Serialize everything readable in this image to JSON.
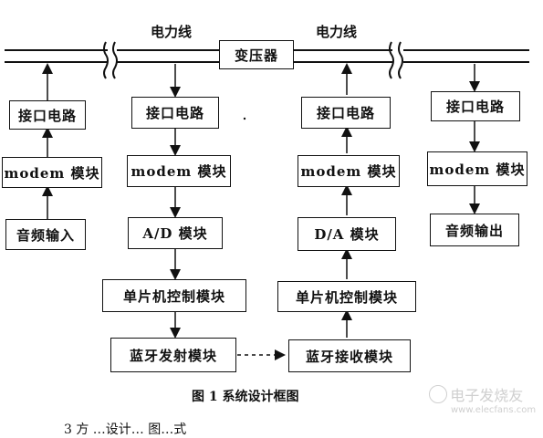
{
  "powerline_labels": [
    "电力线",
    "电力线"
  ],
  "transformer": "变压器",
  "columns": [
    {
      "interface": "接口电路",
      "modem": "modem 模块",
      "third": "音频输入"
    },
    {
      "interface": "接口电路",
      "modem": "modem 模块",
      "third": "A/D 模块",
      "mcu": "单片机控制模块",
      "bt": "蓝牙发射模块"
    },
    {
      "interface": "接口电路",
      "modem": "modem 模块",
      "third": "D/A 模块",
      "mcu": "单片机控制模块",
      "bt": "蓝牙接收模块"
    },
    {
      "interface": "接口电路",
      "modem": "modem 模块",
      "third": "音频输出"
    }
  ],
  "caption": "图 1 系统设计框图",
  "bottom_partial_text": "3 方 …设计… 图…式",
  "watermark": {
    "line1": "电子发烧友",
    "line2": "www.elecfans.com"
  }
}
